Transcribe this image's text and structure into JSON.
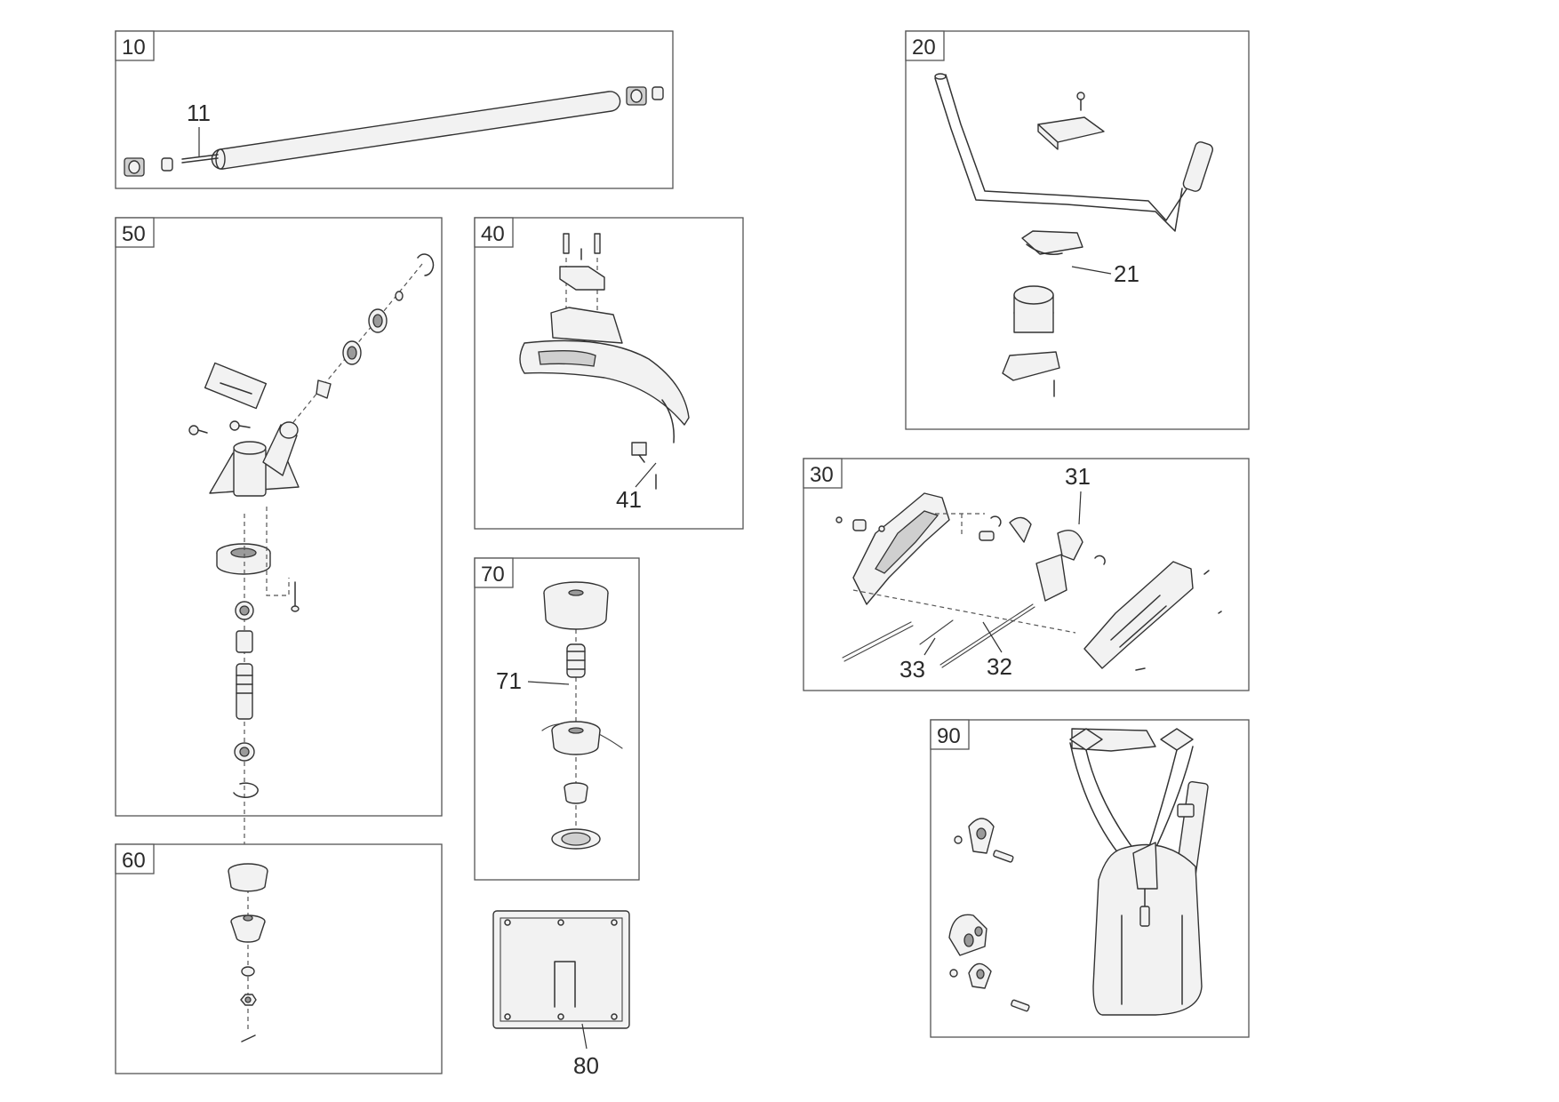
{
  "panels": [
    {
      "id": "10",
      "callouts": [
        "11"
      ]
    },
    {
      "id": "20",
      "callouts": [
        "21"
      ]
    },
    {
      "id": "30",
      "callouts": [
        "31",
        "32",
        "33"
      ]
    },
    {
      "id": "40",
      "callouts": [
        "41"
      ]
    },
    {
      "id": "50",
      "callouts": []
    },
    {
      "id": "60",
      "callouts": []
    },
    {
      "id": "70",
      "callouts": [
        "71"
      ]
    },
    {
      "id": "80",
      "callouts": []
    },
    {
      "id": "90",
      "callouts": []
    }
  ],
  "labels": {
    "p10": "10",
    "c11": "11",
    "p20": "20",
    "c21": "21",
    "p30": "30",
    "c31": "31",
    "c32": "32",
    "c33": "33",
    "p40": "40",
    "c41": "41",
    "p50": "50",
    "p60": "60",
    "p70": "70",
    "c71": "71",
    "p80": "80",
    "p90": "90"
  },
  "colors": {
    "line": "#333333",
    "frame": "#555555",
    "fill_light": "#f2f2f2",
    "fill_dark": "#9a9a9a"
  }
}
